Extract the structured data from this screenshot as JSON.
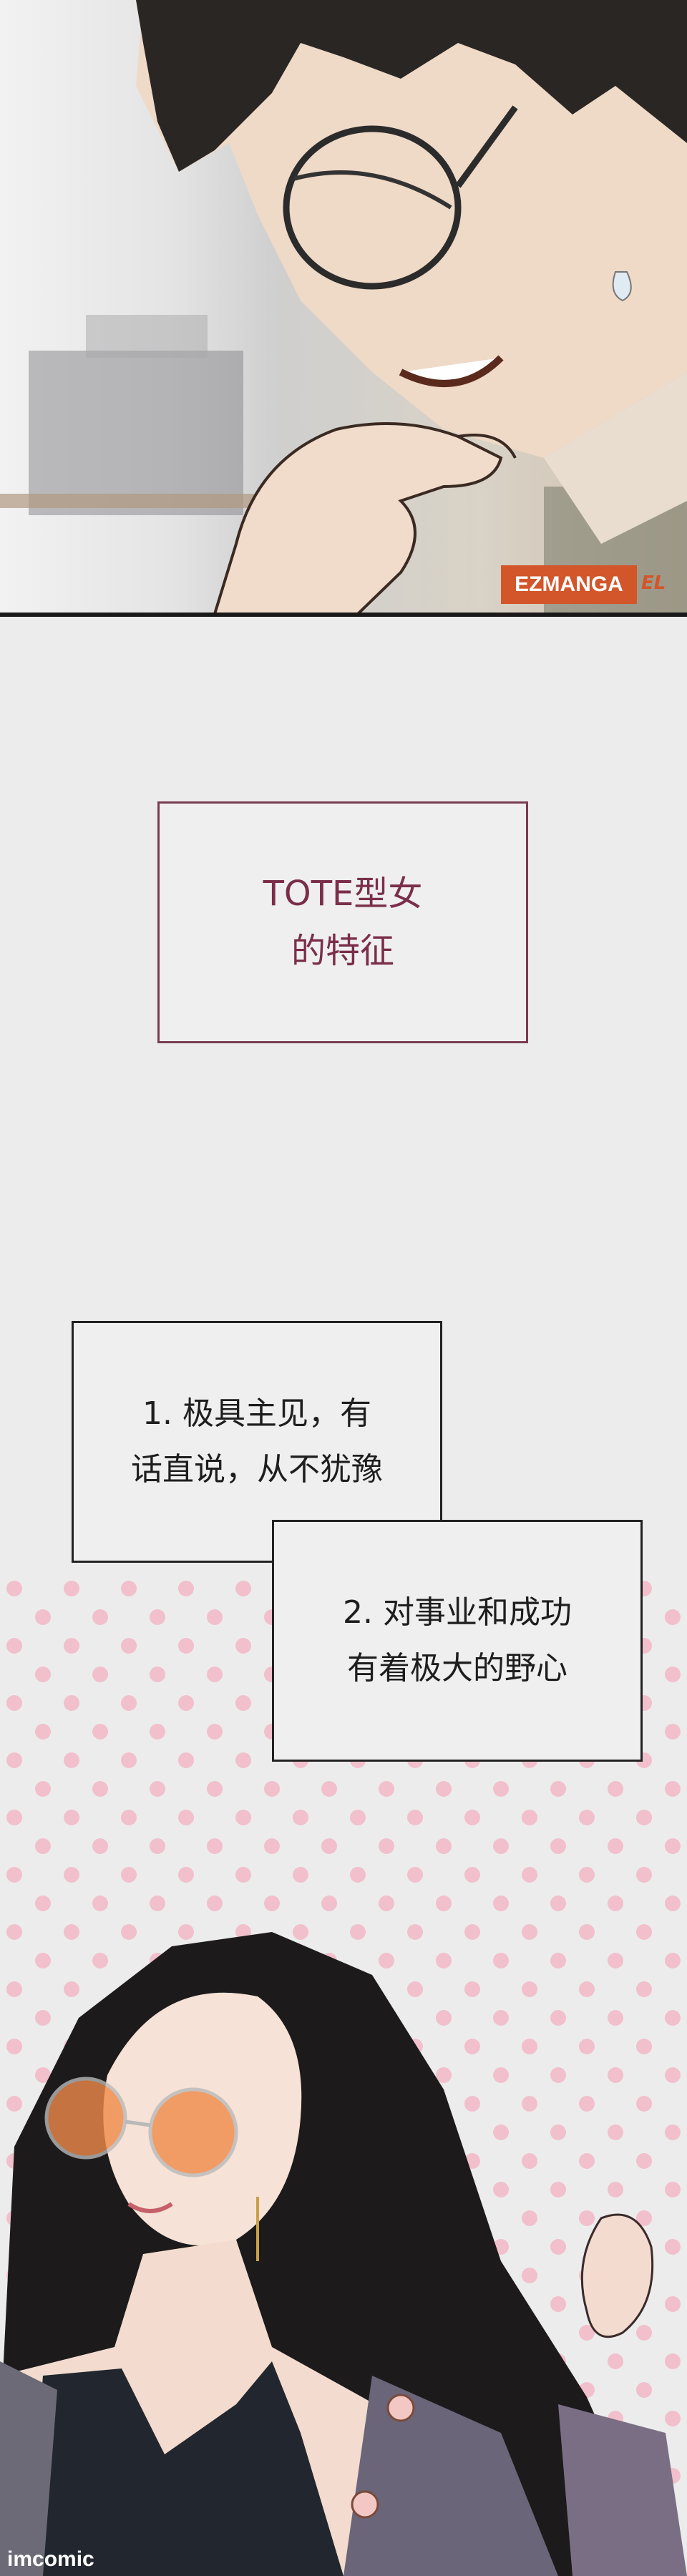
{
  "panel_top": {
    "watermark": "EZMANGA",
    "logo_corner": "EL"
  },
  "title_box": {
    "lines": [
      "TOTE型女",
      "的特征"
    ]
  },
  "bubble_1": {
    "lines": [
      "1. 极具主见，有",
      "话直说，从不犹豫"
    ]
  },
  "bubble_2": {
    "lines": [
      "2. 对事业和成功",
      "有着极大的野心"
    ]
  },
  "footer": {
    "credit": "imcomic"
  },
  "colors": {
    "title_border": "#7a3c52",
    "title_text": "#7a2e4a",
    "watermark_bg": "#d2562a",
    "polka_dot": "#f2b8c6",
    "hair": "#1c1a1a",
    "lens": "#f08a4a"
  }
}
